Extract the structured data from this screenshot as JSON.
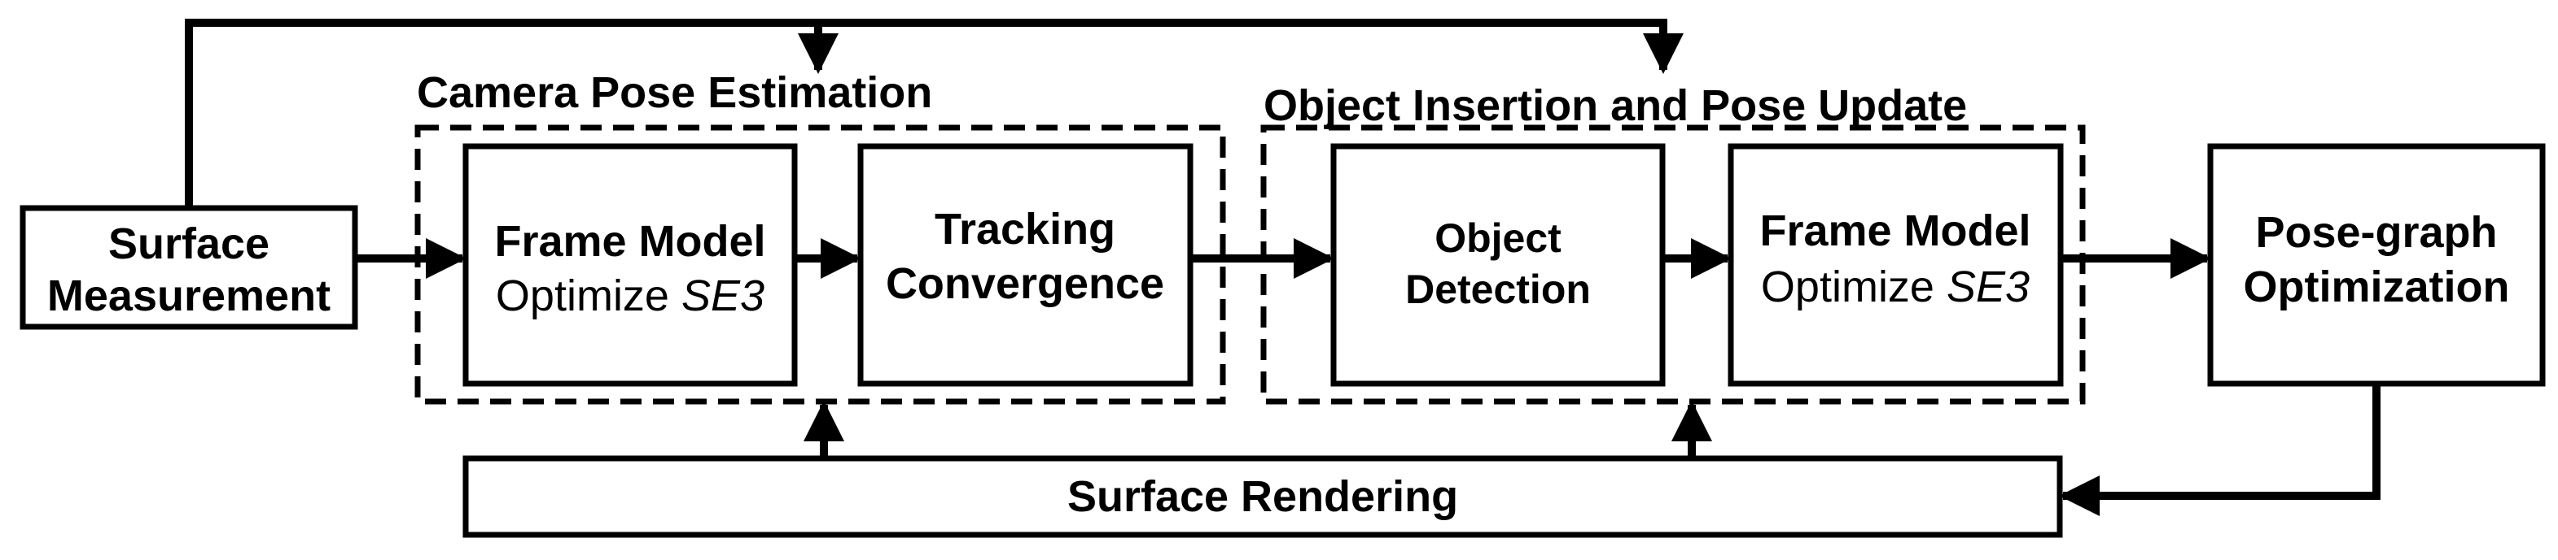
{
  "groups": {
    "camera_pose": {
      "title": "Camera Pose Estimation"
    },
    "object_insertion": {
      "title": "Object Insertion and Pose Update"
    }
  },
  "nodes": {
    "surface_measurement": {
      "line1": "Surface",
      "line2": "Measurement"
    },
    "frame_model_1": {
      "line1": "Frame Model",
      "line2_prefix": "Optimize ",
      "line2_italic": "SE3"
    },
    "tracking_convergence": {
      "line1": "Tracking",
      "line2": "Convergence"
    },
    "object_detection": {
      "line1": "Object",
      "line2": "Detection"
    },
    "frame_model_2": {
      "line1": "Frame Model",
      "line2_prefix": "Optimize ",
      "line2_italic": "SE3"
    },
    "pose_graph": {
      "line1": "Pose-graph",
      "line2": "Optimization"
    },
    "surface_rendering": {
      "label": "Surface Rendering"
    }
  }
}
